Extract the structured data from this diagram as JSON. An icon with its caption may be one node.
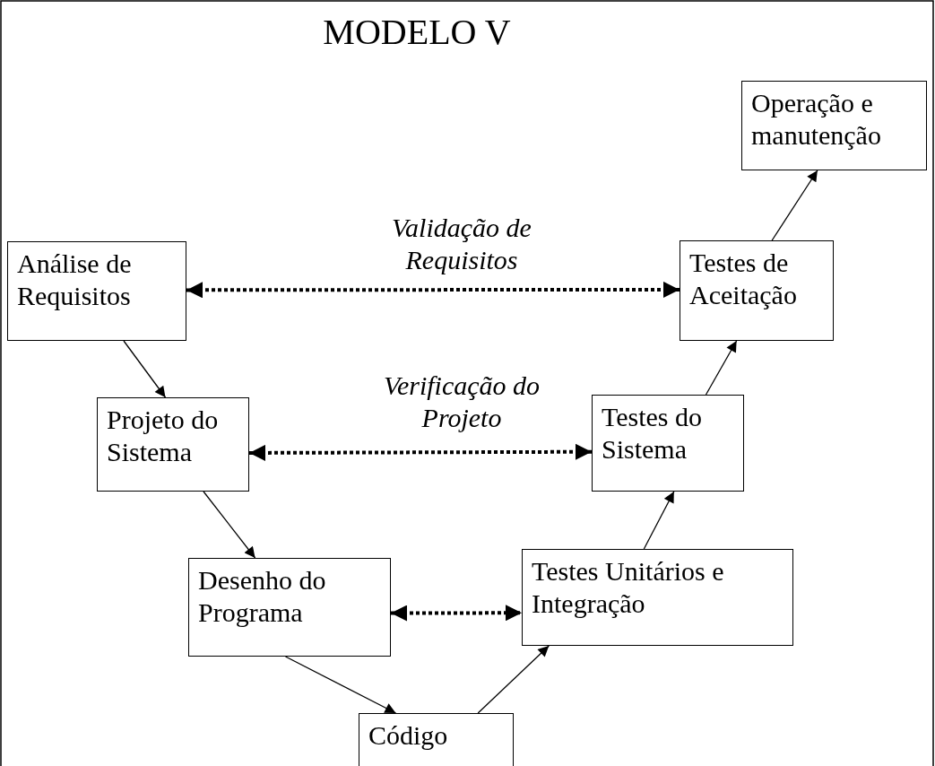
{
  "diagram": {
    "title": "MODELO V",
    "nodes": [
      {
        "text": [
          "Análise de Requisitos"
        ]
      },
      {
        "text": [
          "Projeto do Sistema"
        ]
      },
      {
        "text": [
          "Desenho do Programa"
        ]
      },
      {
        "text": [
          "Código"
        ]
      },
      {
        "text": [
          "Testes Unitários e Integração"
        ]
      },
      {
        "text": [
          "Testes do Sistema"
        ]
      },
      {
        "text": [
          "Testes de Aceitação"
        ]
      },
      {
        "text": [
          "Operação e manutenção"
        ]
      }
    ],
    "edges": [
      {
        "from": 0,
        "to": 1,
        "arrow": "to"
      },
      {
        "from": 1,
        "to": 2,
        "arrow": "to"
      },
      {
        "from": 2,
        "to": 3,
        "arrow": "to"
      },
      {
        "from": 3,
        "to": 4,
        "arrow": "to"
      },
      {
        "from": 4,
        "to": 5,
        "arrow": "to"
      },
      {
        "from": 5,
        "to": 6,
        "arrow": "to"
      },
      {
        "from": 6,
        "to": 7,
        "arrow": "to"
      },
      {
        "from": 0,
        "to": 6,
        "arrow": "both",
        "style": "dashed",
        "label": "Validação de Requisitos"
      },
      {
        "from": 1,
        "to": 5,
        "arrow": "both",
        "style": "dashed",
        "label": "Verificação do Projeto"
      },
      {
        "from": 2,
        "to": 4,
        "arrow": "both",
        "style": "dashed"
      }
    ]
  }
}
